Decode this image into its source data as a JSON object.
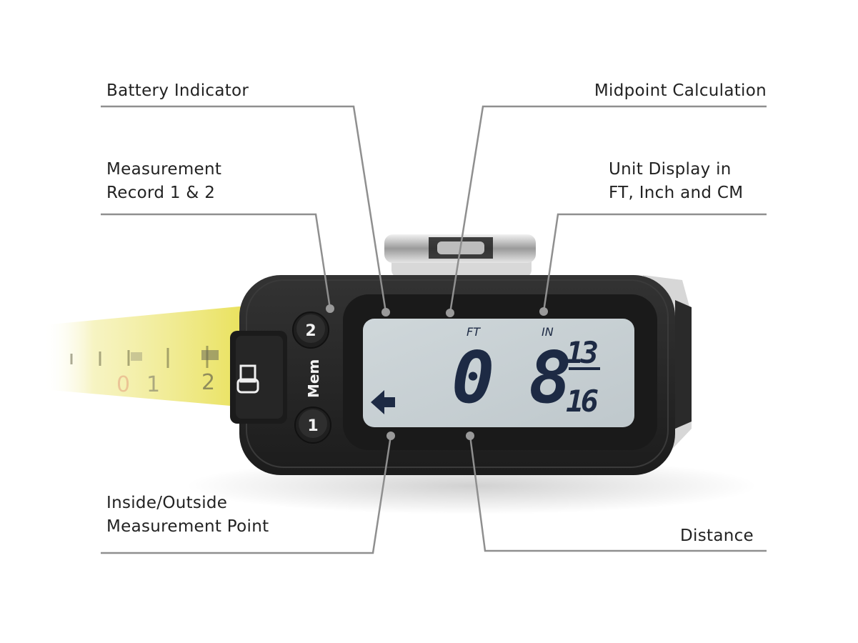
{
  "callouts": {
    "battery": "Battery Indicator",
    "midpoint": "Midpoint Calculation",
    "record_line1": "Measurement",
    "record_line2": "Record 1 & 2",
    "unit_line1": "Unit Display in",
    "unit_line2": "FT,  Inch and CM",
    "inside_line1": "Inside/Outside",
    "inside_line2": "Measurement Point",
    "distance": "Distance"
  },
  "device": {
    "button_top": "2",
    "button_bottom": "1",
    "mem_label": "Mem",
    "lock_icon": "lock-icon",
    "arrow_icon": "arrow-left-icon"
  },
  "display": {
    "unit_ft": "FT",
    "unit_in": "IN",
    "feet_value": "0",
    "inch_value": "8",
    "fraction_numerator": "13",
    "fraction_denominator": "16"
  },
  "tape": {
    "numbers": [
      "0",
      "1",
      "2"
    ]
  },
  "colors": {
    "lcd": "#c9d1d4",
    "lcd_digits": "#1d2a44",
    "body": "#262626",
    "tape": "#e8e05a",
    "leader": "#8a8a8a"
  }
}
